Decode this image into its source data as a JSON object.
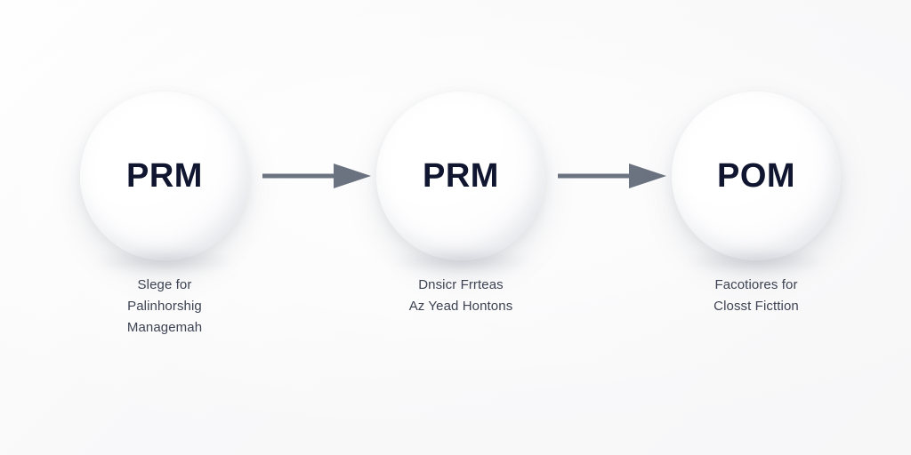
{
  "diagram": {
    "type": "horizontal-process-flow",
    "background_color": "#fafafa",
    "node_fill_color": "#ffffff",
    "node_label_color": "#101530",
    "caption_color": "#3d4352",
    "arrow_color": "#6b7280",
    "nodes": [
      {
        "id": "node-1",
        "label": "PRM",
        "caption_lines": [
          "Slege for",
          "Palinhorshig",
          "Managemah"
        ]
      },
      {
        "id": "node-2",
        "label": "PRM",
        "caption_lines": [
          "Dnsicr Frrteas",
          "Az Yead Hontons"
        ]
      },
      {
        "id": "node-3",
        "label": "POM",
        "caption_lines": [
          "Facotiores for",
          "Closst Ficttion"
        ]
      }
    ],
    "connectors": [
      {
        "id": "arrow-1",
        "icon": "arrow-right-icon",
        "from": "node-1",
        "to": "node-2"
      },
      {
        "id": "arrow-2",
        "icon": "arrow-right-icon",
        "from": "node-2",
        "to": "node-3"
      }
    ]
  }
}
